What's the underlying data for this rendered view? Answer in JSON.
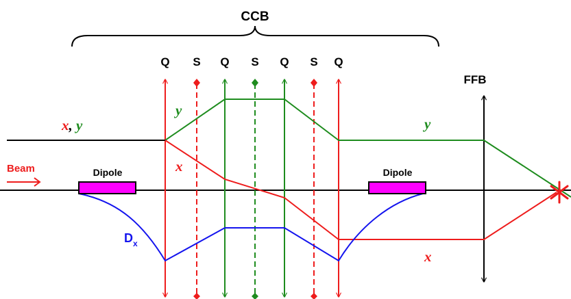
{
  "labels": {
    "section": "CCB",
    "final_focus": "FFB",
    "beam": "Beam",
    "dipole_left": "Dipole",
    "dipole_right": "Dipole",
    "dispersion_main": "D",
    "dispersion_sub": "x",
    "xy_x": "x",
    "xy_comma": ", ",
    "xy_y": "y",
    "y_left": "y",
    "x_left": "x",
    "y_right": "y",
    "x_right": "x"
  },
  "magnets": [
    "Q",
    "S",
    "Q",
    "S",
    "Q",
    "S",
    "Q"
  ],
  "colors": {
    "x_trajectory": "#ee1c1c",
    "y_trajectory": "#1e8c1e",
    "dispersion": "#1414ee",
    "dipole_fill": "#ff00ff",
    "axis": "#000000"
  }
}
